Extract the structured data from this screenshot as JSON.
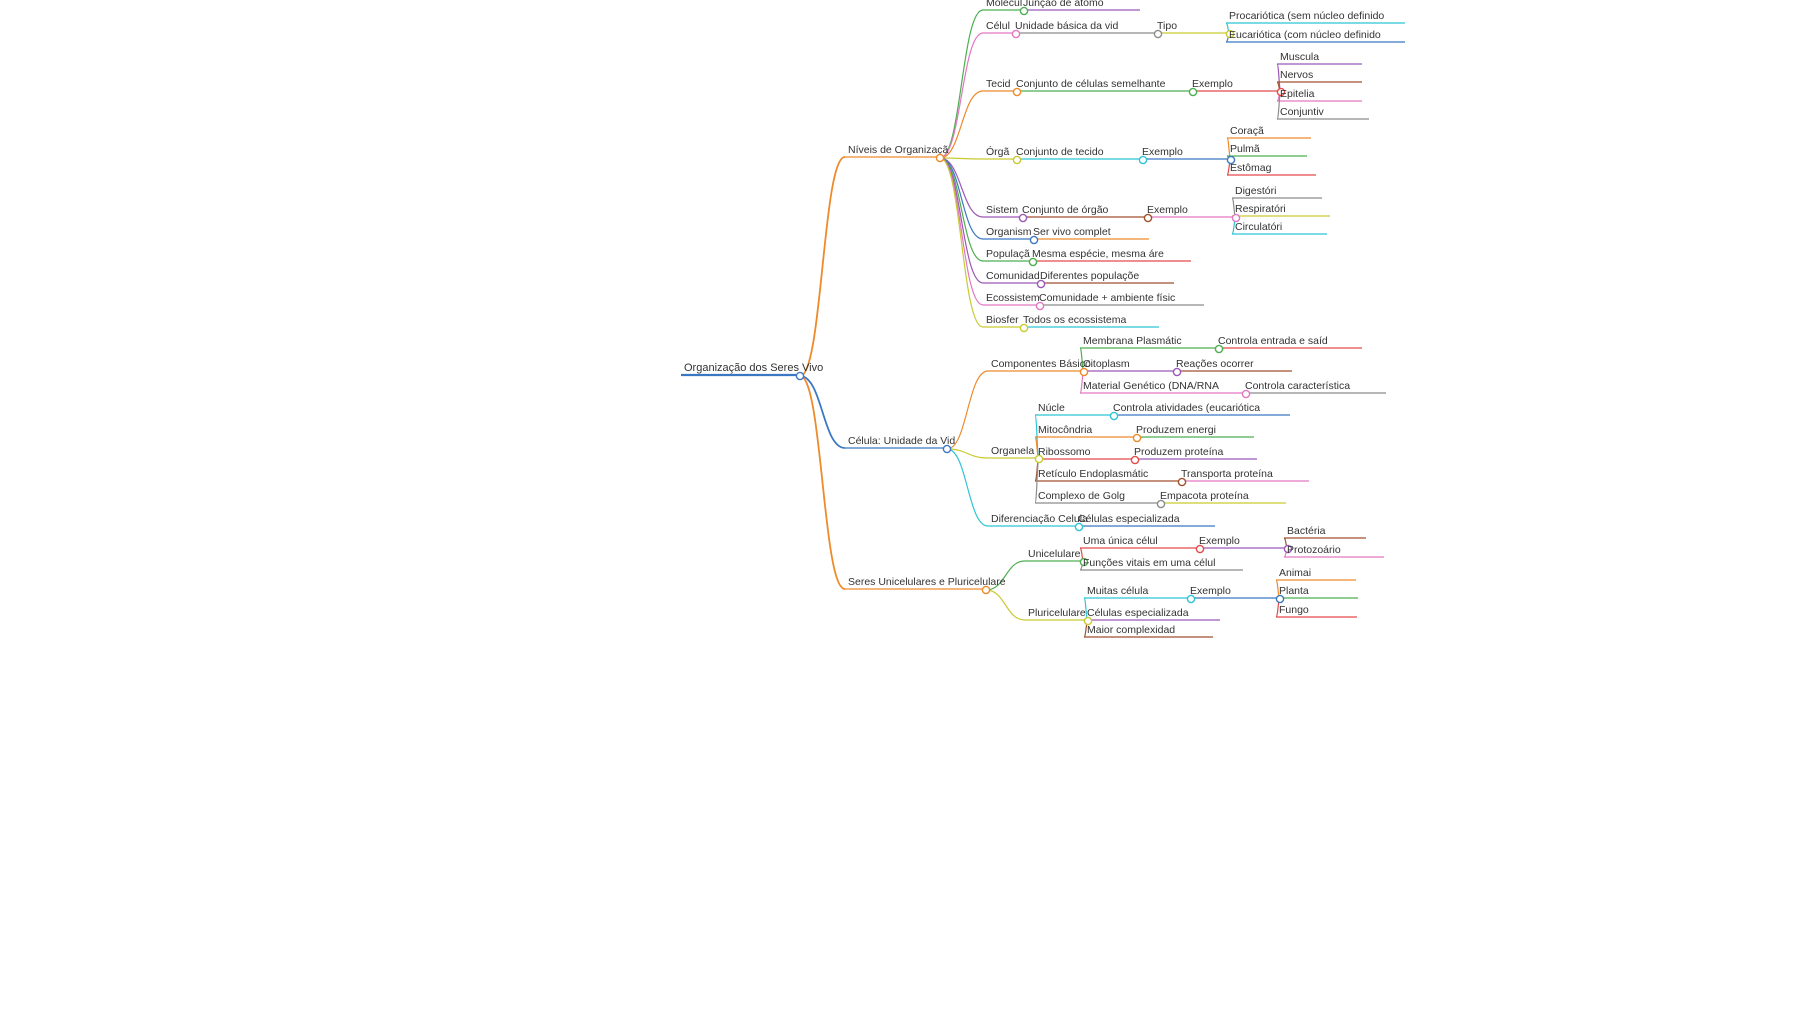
{
  "root": {
    "label": "Organização dos Seres Vivo",
    "color": "#3b78c4",
    "children": [
      {
        "label": "Níveis de Organizaçã",
        "color": "#ee8a2a",
        "children": [
          {
            "label": "Molécul",
            "color": "#4caf50",
            "children": [
              {
                "label": "Junção de átomo",
                "color": "#9b59b6",
                "children": []
              }
            ]
          },
          {
            "label": "Célul",
            "color": "#e377c2",
            "children": [
              {
                "label": "Unidade básica da vid",
                "color": "#8c8c8c",
                "children": [
                  {
                    "label": "Tipo",
                    "color": "#c9c930",
                    "children": [
                      {
                        "label": "Procariótica (sem núcleo definido",
                        "color": "#2ec4d6",
                        "children": []
                      },
                      {
                        "label": "Eucariótica (com núcleo definido",
                        "color": "#3b78c4",
                        "children": []
                      }
                    ]
                  }
                ]
              }
            ]
          },
          {
            "label": "Tecid",
            "color": "#ee8a2a",
            "children": [
              {
                "label": "Conjunto de células semelhante",
                "color": "#4caf50",
                "children": [
                  {
                    "label": "Exemplo",
                    "color": "#e34a4a",
                    "children": [
                      {
                        "label": "Muscula",
                        "color": "#9b59b6",
                        "children": []
                      },
                      {
                        "label": "Nervos",
                        "color": "#a0522d",
                        "children": []
                      },
                      {
                        "label": "Epitelia",
                        "color": "#e377c2",
                        "children": []
                      },
                      {
                        "label": "Conjuntiv",
                        "color": "#8c8c8c",
                        "children": []
                      }
                    ]
                  }
                ]
              }
            ]
          },
          {
            "label": "Órgã",
            "color": "#c9c930",
            "children": [
              {
                "label": "Conjunto de tecido",
                "color": "#2ec4d6",
                "children": [
                  {
                    "label": "Exemplo",
                    "color": "#3b78c4",
                    "children": [
                      {
                        "label": "Coraçã",
                        "color": "#ee8a2a",
                        "children": []
                      },
                      {
                        "label": "Pulmã",
                        "color": "#4caf50",
                        "children": []
                      },
                      {
                        "label": "Estômag",
                        "color": "#e34a4a",
                        "children": []
                      }
                    ]
                  }
                ]
              }
            ]
          },
          {
            "label": "Sistem",
            "color": "#9b59b6",
            "children": [
              {
                "label": "Conjunto de órgão",
                "color": "#a0522d",
                "children": [
                  {
                    "label": "Exemplo",
                    "color": "#e377c2",
                    "children": [
                      {
                        "label": "Digestóri",
                        "color": "#8c8c8c",
                        "children": []
                      },
                      {
                        "label": "Respiratóri",
                        "color": "#c9c930",
                        "children": []
                      },
                      {
                        "label": "Circulatóri",
                        "color": "#2ec4d6",
                        "children": []
                      }
                    ]
                  }
                ]
              }
            ]
          },
          {
            "label": "Organism",
            "color": "#3b78c4",
            "children": [
              {
                "label": "Ser vivo complet",
                "color": "#ee8a2a",
                "children": []
              }
            ]
          },
          {
            "label": "Populaçã",
            "color": "#4caf50",
            "children": [
              {
                "label": "Mesma espécie, mesma áre",
                "color": "#e34a4a",
                "children": []
              }
            ]
          },
          {
            "label": "Comunidad",
            "color": "#9b59b6",
            "children": [
              {
                "label": "Diferentes populaçõe",
                "color": "#a0522d",
                "children": []
              }
            ]
          },
          {
            "label": "Ecossistem",
            "color": "#e377c2",
            "children": [
              {
                "label": "Comunidade + ambiente físic",
                "color": "#8c8c8c",
                "children": []
              }
            ]
          },
          {
            "label": "Biosfer",
            "color": "#c9c930",
            "children": [
              {
                "label": "Todos os ecossistema",
                "color": "#2ec4d6",
                "children": []
              }
            ]
          }
        ]
      },
      {
        "label": "Célula: Unidade da Vid",
        "color": "#3b78c4",
        "children": [
          {
            "label": "Componentes Básico",
            "color": "#ee8a2a",
            "children": [
              {
                "label": "Membrana Plasmátic",
                "color": "#4caf50",
                "children": [
                  {
                    "label": "Controla entrada e saíd",
                    "color": "#e34a4a",
                    "children": []
                  }
                ]
              },
              {
                "label": "Citoplasm",
                "color": "#9b59b6",
                "children": [
                  {
                    "label": "Reações ocorrer",
                    "color": "#a0522d",
                    "children": []
                  }
                ]
              },
              {
                "label": "Material Genético (DNA/RNA",
                "color": "#e377c2",
                "children": [
                  {
                    "label": "Controla característica",
                    "color": "#8c8c8c",
                    "children": []
                  }
                ]
              }
            ]
          },
          {
            "label": "Organela",
            "color": "#c9c930",
            "children": [
              {
                "label": "Núcle",
                "color": "#2ec4d6",
                "children": [
                  {
                    "label": "Controla atividades (eucariótica",
                    "color": "#3b78c4",
                    "children": []
                  }
                ]
              },
              {
                "label": "Mitocôndria",
                "color": "#ee8a2a",
                "children": [
                  {
                    "label": "Produzem energi",
                    "color": "#4caf50",
                    "children": []
                  }
                ]
              },
              {
                "label": "Ribossomo",
                "color": "#e34a4a",
                "children": [
                  {
                    "label": "Produzem proteína",
                    "color": "#9b59b6",
                    "children": []
                  }
                ]
              },
              {
                "label": "Retículo Endoplasmátic",
                "color": "#a0522d",
                "children": [
                  {
                    "label": "Transporta proteína",
                    "color": "#e377c2",
                    "children": []
                  }
                ]
              },
              {
                "label": "Complexo de Golg",
                "color": "#8c8c8c",
                "children": [
                  {
                    "label": "Empacota proteína",
                    "color": "#c9c930",
                    "children": []
                  }
                ]
              }
            ]
          },
          {
            "label": "Diferenciação Celula",
            "color": "#2ec4d6",
            "children": [
              {
                "label": "Células especializada",
                "color": "#3b78c4",
                "children": []
              }
            ]
          }
        ]
      },
      {
        "label": "Seres Unicelulares e Pluricelulare",
        "color": "#ee8a2a",
        "children": [
          {
            "label": "Unicelulare",
            "color": "#4caf50",
            "children": [
              {
                "label": "Uma única célul",
                "color": "#e34a4a",
                "children": [
                  {
                    "label": "Exemplo",
                    "color": "#9b59b6",
                    "children": [
                      {
                        "label": "Bactéria",
                        "color": "#a0522d",
                        "children": []
                      },
                      {
                        "label": "Protozoário",
                        "color": "#e377c2",
                        "children": []
                      }
                    ]
                  }
                ]
              },
              {
                "label": "Funções vitais em uma célul",
                "color": "#8c8c8c",
                "children": []
              }
            ]
          },
          {
            "label": "Pluricelulare",
            "color": "#c9c930",
            "children": [
              {
                "label": "Muitas célula",
                "color": "#2ec4d6",
                "children": [
                  {
                    "label": "Exemplo",
                    "color": "#3b78c4",
                    "children": [
                      {
                        "label": "Animai",
                        "color": "#ee8a2a",
                        "children": []
                      },
                      {
                        "label": "Planta",
                        "color": "#4caf50",
                        "children": []
                      },
                      {
                        "label": "Fungo",
                        "color": "#e34a4a",
                        "children": []
                      }
                    ]
                  }
                ]
              },
              {
                "label": "Células especializada",
                "color": "#9b59b6",
                "children": []
              },
              {
                "label": "Maior complexidad",
                "color": "#a0522d",
                "children": []
              }
            ]
          }
        ]
      }
    ]
  }
}
